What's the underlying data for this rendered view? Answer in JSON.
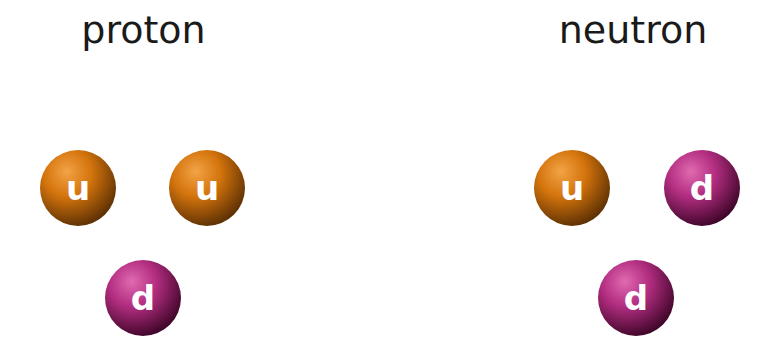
{
  "diagram": {
    "nodes": [
      {
        "text": [
          "proton"
        ]
      },
      {
        "text": [
          "u"
        ],
        "in": 0
      },
      {
        "text": [
          "u"
        ],
        "in": 0
      },
      {
        "text": [
          "d"
        ],
        "in": 0
      },
      {
        "text": [
          "neutron"
        ]
      },
      {
        "text": [
          "u"
        ],
        "in": 4
      },
      {
        "text": [
          "d"
        ],
        "in": 4
      },
      {
        "text": [
          "d"
        ],
        "in": 4
      }
    ],
    "edges": [
      {
        "from": 1,
        "to": 2,
        "arrow": "none"
      },
      {
        "from": 1,
        "to": 3,
        "arrow": "none"
      },
      {
        "from": 2,
        "to": 3,
        "arrow": "none"
      },
      {
        "from": 5,
        "to": 6,
        "arrow": "none"
      },
      {
        "from": 5,
        "to": 7,
        "arrow": "none"
      },
      {
        "from": 6,
        "to": 7,
        "arrow": "none"
      }
    ]
  }
}
